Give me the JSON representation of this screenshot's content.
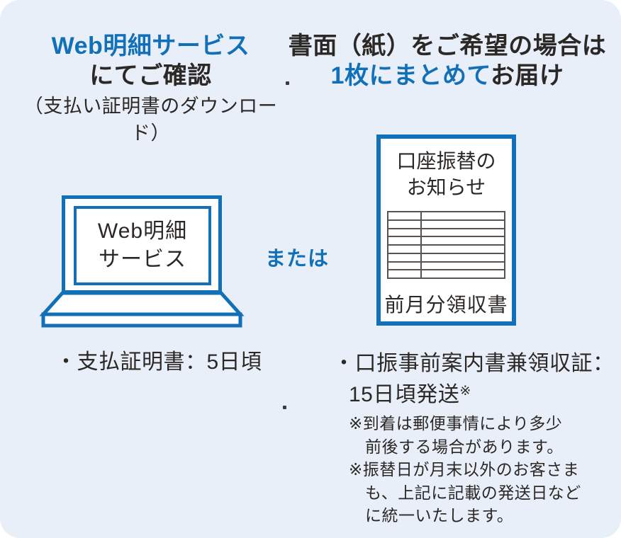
{
  "colors": {
    "accent_blue": "#1270b8",
    "text_dark": "#2b2826",
    "card_background": "#e8eff8",
    "table_line_gray": "#5a5450",
    "illustration_fill": "#ffffff"
  },
  "left_column": {
    "heading_line1": "Web明細サービス",
    "heading_line2": "にてご確認",
    "heading_sub": "（支払い証明書のダウンロード）",
    "laptop": {
      "screen_line1": "Web明細",
      "screen_line2": "サービス"
    },
    "bullet": "・支払証明書：5日頃"
  },
  "separator": {
    "or_label": "または"
  },
  "right_column": {
    "heading_line1": "書面（紙）をご希望の場合は",
    "heading_line2_highlight": "1枚にまとめて",
    "heading_line2_rest": "お届け",
    "document": {
      "title_line1": "口座振替の",
      "title_line2": "お知らせ",
      "table_rows": 8,
      "footer": "前月分領収書"
    },
    "bullet_line1": "・口振事前案内書兼領収証：",
    "bullet_line2": "15日頃発送",
    "bullet_line2_note_mark": "※",
    "notes": [
      "※到着は郵便事情により多少\n前後する場合があります。",
      "※振替日が月末以外のお客さま\nも、上記に記載の発送日など\nに統一いたします。"
    ]
  }
}
